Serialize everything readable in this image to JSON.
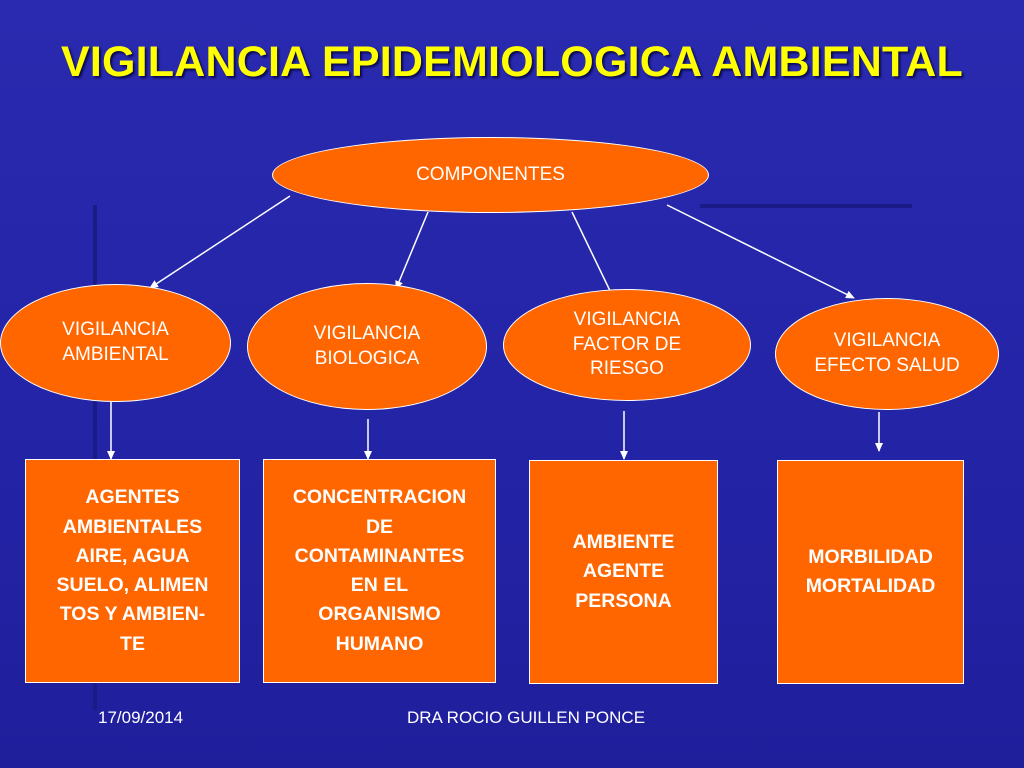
{
  "title": "VIGILANCIA EPIDEMIOLOGICA AMBIENTAL",
  "root": {
    "label": "COMPONENTES"
  },
  "components": [
    {
      "label": "VIGILANCIA\nAMBIENTAL",
      "detail": "AGENTES\nAMBIENTALES\nAIRE, AGUA\n SUELO, ALIMEN\nTOS  Y AMBIEN-\nTE"
    },
    {
      "label": "VIGILANCIA\n BIOLOGICA",
      "detail": "CONCENTRACION\nDE\nCONTAMINANTES\nEN EL\nORGANISMO\nHUMANO"
    },
    {
      "label": "VIGILANCIA\nFACTOR DE\nRIESGO",
      "detail": "AMBIENTE\nAGENTE\nPERSONA"
    },
    {
      "label": "VIGILANCIA\nEFECTO SALUD",
      "detail": "MORBILIDAD\nMORTALIDAD"
    }
  ],
  "footer": {
    "date": "17/09/2014",
    "author": "DRA ROCIO GUILLEN  PONCE"
  },
  "colors": {
    "background": "#2323a6",
    "title": "#ffff00",
    "shape_fill": "#ff6600",
    "connector": "#ffffff"
  }
}
